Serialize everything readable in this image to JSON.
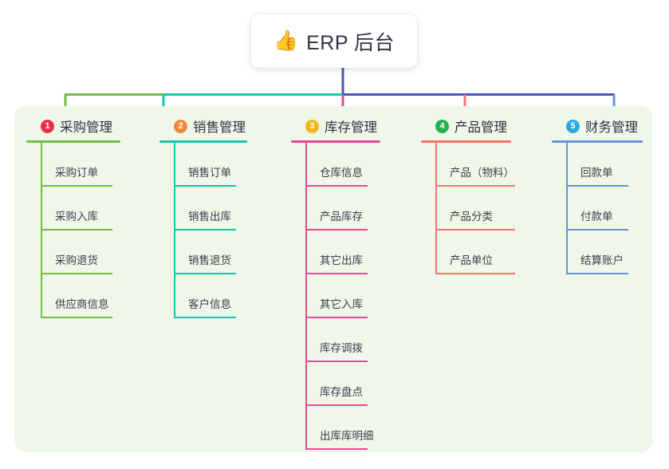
{
  "root": {
    "icon": "thumbs-up-icon",
    "emoji": "👍",
    "title": "ERP 后台"
  },
  "colors": {
    "panel_bg": "#eff7e9",
    "page_bg": "#ffffff",
    "root_stem": "#4455c7",
    "bus_green": "#76bb45",
    "bus_teal": "#17c4ab",
    "bus_blue": "#4455c7",
    "branch1": "#76bb45",
    "branch2": "#17c4ab",
    "branch3": "#e8469a",
    "branch4": "#f2746e",
    "branch5": "#6b8fd4",
    "badge1": "#e8304a",
    "badge2": "#f0883a",
    "badge3": "#f5b618",
    "badge4": "#22b14c",
    "badge5": "#29a9e0",
    "text": "#2f3340"
  },
  "branches": [
    {
      "index": "1",
      "title": "采购管理",
      "badge_color": "#e8304a",
      "line_color": "#76bb45",
      "items": [
        "采购订单",
        "采购入库",
        "采购退货",
        "供应商信息"
      ]
    },
    {
      "index": "2",
      "title": "销售管理",
      "badge_color": "#f0883a",
      "line_color": "#17c4ab",
      "items": [
        "销售订单",
        "销售出库",
        "销售退货",
        "客户信息"
      ]
    },
    {
      "index": "3",
      "title": "库存管理",
      "badge_color": "#f5b618",
      "line_color": "#e8469a",
      "items": [
        "仓库信息",
        "产品库存",
        "其它出库",
        "其它入库",
        "库存调拨",
        "库存盘点",
        "出库库明细"
      ]
    },
    {
      "index": "4",
      "title": "产品管理",
      "badge_color": "#22b14c",
      "line_color": "#f2746e",
      "items": [
        "产品（物料）",
        "产品分类",
        "产品单位"
      ]
    },
    {
      "index": "5",
      "title": "财务管理",
      "badge_color": "#29a9e0",
      "line_color": "#6b8fd4",
      "items": [
        "回款单",
        "付款单",
        "结算账户"
      ]
    }
  ]
}
